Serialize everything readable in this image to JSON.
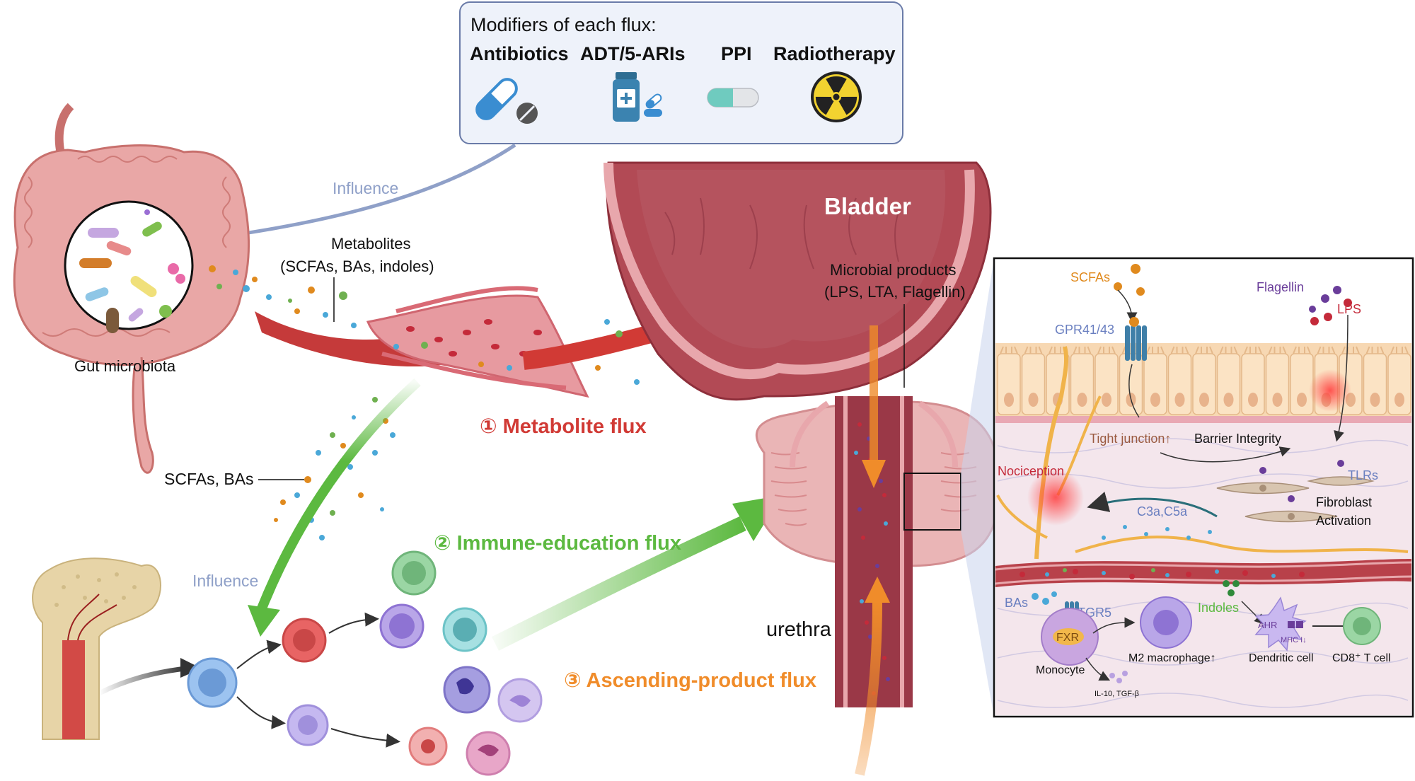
{
  "modifiers": {
    "title": "Modifiers of each flux:",
    "items": [
      {
        "label": "Antibiotics",
        "icon": "capsule-pill-icon"
      },
      {
        "label": "ADT/5-ARIs",
        "icon": "medicine-bottle-icon"
      },
      {
        "label": "PPI",
        "icon": "capsule-icon"
      },
      {
        "label": "Radiotherapy",
        "icon": "radiation-hazard-icon"
      }
    ]
  },
  "labels": {
    "influence_top": "Influence",
    "influence_left": "Influence",
    "metabolites_1": "Metabolites",
    "metabolites_2": "(SCFAs, BAs, indoles)",
    "gut_microbiota": "Gut microbiota",
    "scfas_bas": "SCFAs, BAs",
    "bladder": "Bladder",
    "microbial_products_1": "Microbial products",
    "microbial_products_2": "(LPS, LTA, Flagellin)",
    "urethra": "urethra"
  },
  "fluxes": {
    "metabolite": "① Metabolite flux",
    "immune": "② Immune-education flux",
    "ascending": "③ Ascending-product flux"
  },
  "inset": {
    "scfas": "SCFAs",
    "gpr": "GPR41/43",
    "flagellin": "Flagellin",
    "lps": "LPS",
    "tight_junction": "Tight junction↑",
    "barrier": "Barrier Integrity",
    "nociception": "Nociception",
    "tlrs": "TLRs",
    "c3a": "C3a,C5a",
    "fibroblast_1": "Fibroblast",
    "fibroblast_2": "Activation",
    "bas": "BAs",
    "tgr5": "TGR5",
    "fxr": "FXR",
    "monocyte": "Monocyte",
    "il10": "IL-10, TGF-β",
    "m2": "M2 macrophage↑",
    "indoles": "Indoles",
    "ahr": "AHR",
    "mhc": "MHC I↓",
    "dendritic": "Dendritic cell",
    "cd8": "CD8⁺ T cell"
  },
  "colors": {
    "metabolite_flux": "#d13a35",
    "immune_flux": "#5cb940",
    "ascending_flux": "#f08c2a",
    "influence": "#8fa0c8",
    "bladder_muscle": "#b24a55",
    "scfa_orange": "#e08a1e",
    "flagellin_purple": "#6a3d9a",
    "lps_red": "#c42a3a",
    "modifier_box": "#eef2fa"
  }
}
